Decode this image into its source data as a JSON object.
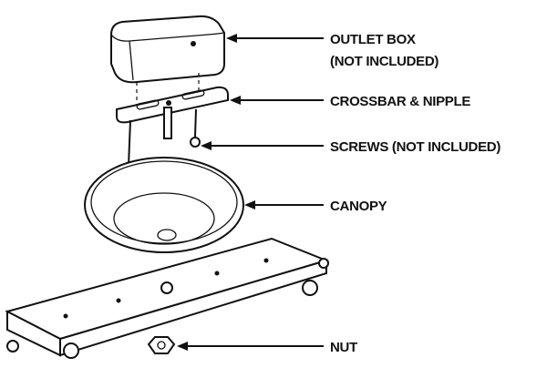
{
  "labels": {
    "outlet_box": "OUTLET BOX",
    "outlet_box_note": "(NOT INCLUDED)",
    "crossbar": "CROSSBAR & NIPPLE",
    "screws": "SCREWS (NOT INCLUDED)",
    "canopy": "CANOPY",
    "nut": "NUT"
  }
}
